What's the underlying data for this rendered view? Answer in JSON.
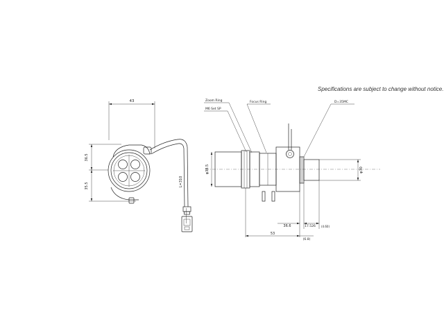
{
  "notice": "Specifications are subject to change without notice.",
  "front_view": {
    "dim_width": "43",
    "dim_upper": "36.5",
    "dim_lower": "35.5",
    "cable_length": "L=310"
  },
  "side_view": {
    "label_zoom_ring": "Zoom Ring",
    "label_focus_ring": "Focus Ring",
    "label_iris_ring": "M6 Set SP",
    "label_mount": "D=35MC",
    "dim_front_dia": "φ38.5",
    "dim_rear_dia": "φ30",
    "dim_mid": "36.6",
    "dim_back_focus": "17.526",
    "dim_side_note": "(4.60)",
    "dim_total": "53",
    "dim_flange": "(6.8)"
  }
}
